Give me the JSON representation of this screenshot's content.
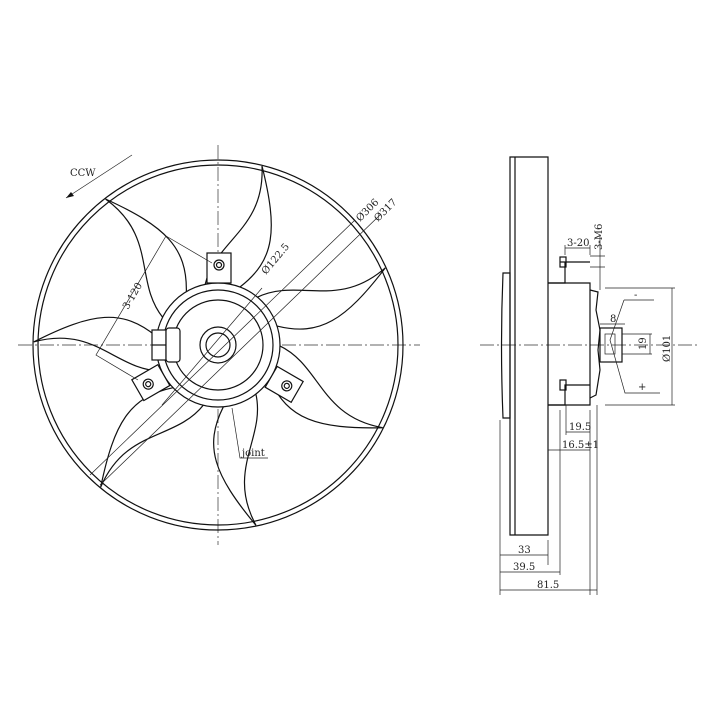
{
  "title": "Cooling fan assembly drawing",
  "front_view": {
    "rotation_label": "CCW",
    "dia_outer_1": "Ø306",
    "dia_outer_2": "Ø317",
    "dia_hub": "Ø122.5",
    "mount_label": "3-120",
    "joint_label": "joint",
    "blade_count": 7
  },
  "side_view": {
    "bolt_spacing": "3-20",
    "bolt_thread": "3-M6",
    "minus_label": "-",
    "plus_label": "+",
    "connector_width": "8",
    "connector_height": "19",
    "motor_dia": "Ø101",
    "dim_19_5": "19.5",
    "dim_16_5": "16.5±1",
    "dim_33": "33",
    "dim_39_5": "39.5",
    "dim_81_5": "81.5"
  }
}
